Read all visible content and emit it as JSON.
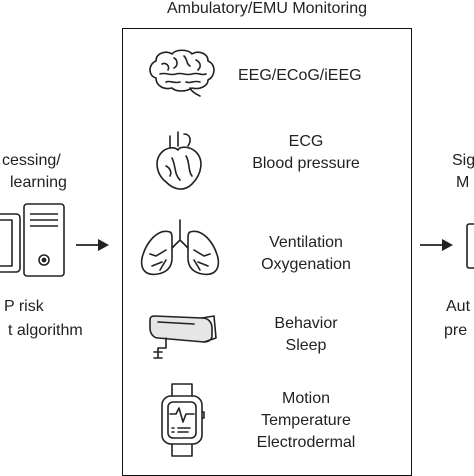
{
  "center_panel": {
    "title": "Ambulatory/EMU Monitoring",
    "items": [
      {
        "icon": "brain-icon",
        "lines": [
          "EEG/ECoG/iEEG"
        ]
      },
      {
        "icon": "heart-icon",
        "lines": [
          "ECG",
          "Blood pressure"
        ]
      },
      {
        "icon": "lungs-icon",
        "lines": [
          "Ventilation",
          "Oxygenation"
        ]
      },
      {
        "icon": "camera-icon",
        "lines": [
          "Behavior",
          "Sleep"
        ]
      },
      {
        "icon": "smartwatch-icon",
        "lines": [
          "Motion",
          "Temperature",
          "Electrodermal"
        ]
      }
    ]
  },
  "left_panel": {
    "top_line1": "cessing/",
    "top_line2": "learning",
    "bottom_line1": "P risk",
    "bottom_line2": "t algorithm",
    "icons": [
      "tablet-icon",
      "computer-tower-icon"
    ]
  },
  "right_panel": {
    "top_line1": "Sig",
    "top_line2": "M",
    "bottom_line1": "Aut",
    "bottom_line2": "pre"
  },
  "arrows": [
    "arrow-right-icon",
    "arrow-right-icon"
  ]
}
